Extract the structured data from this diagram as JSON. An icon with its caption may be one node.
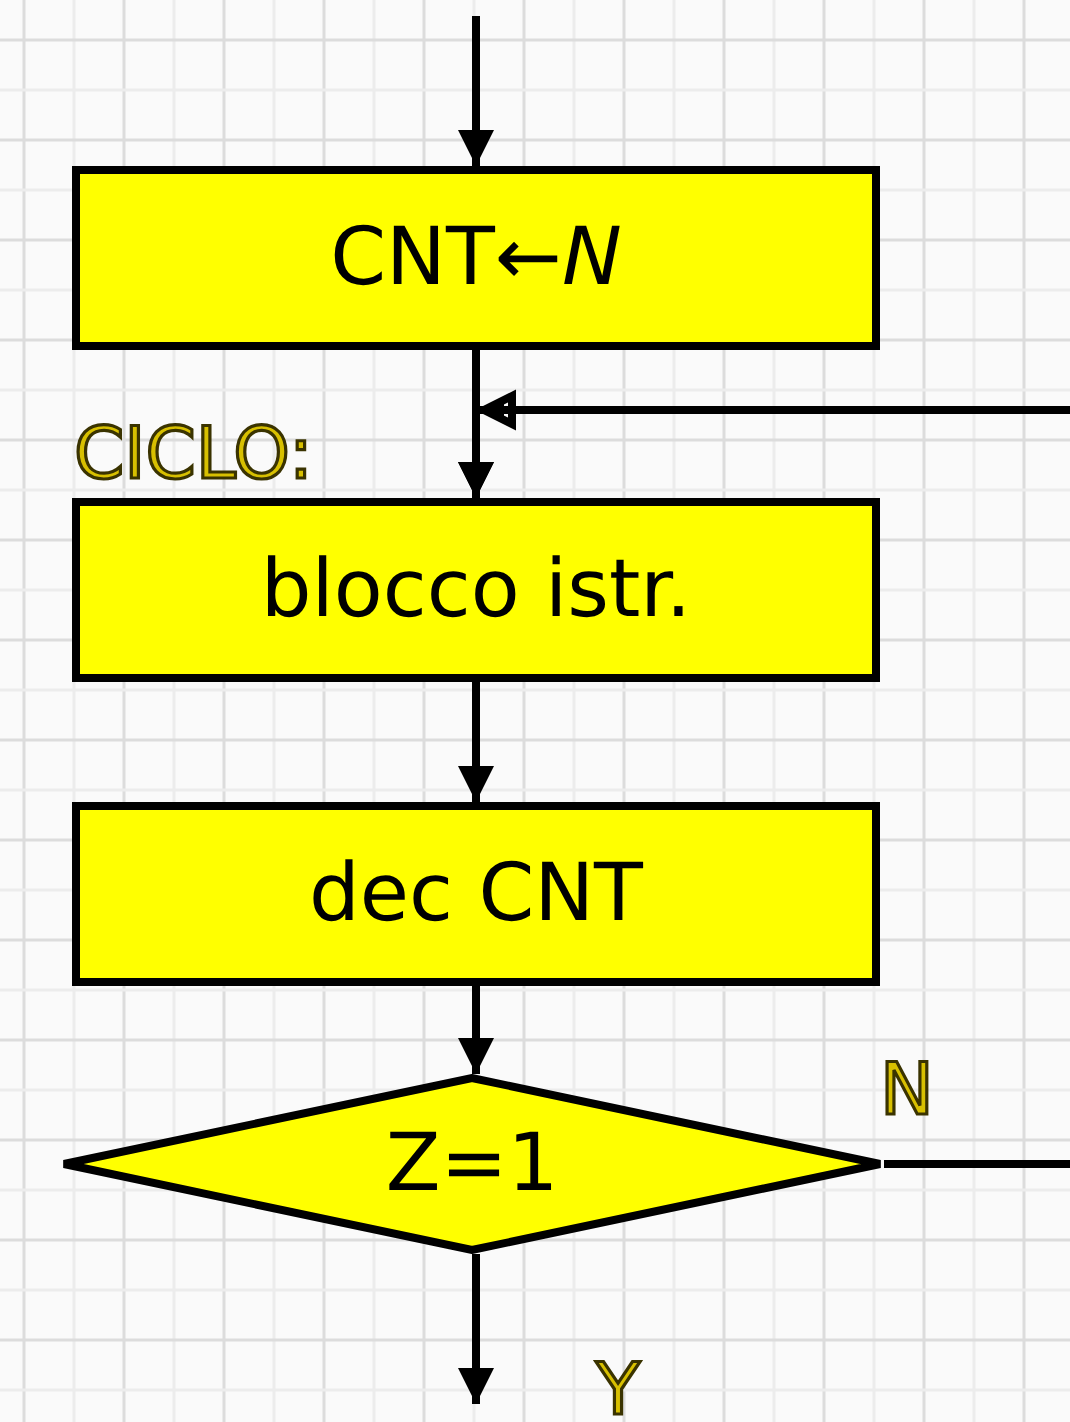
{
  "diagram": {
    "nodes": [
      {
        "text": [
          "CNT←*N*"
        ]
      },
      {
        "text": [
          "blocco istr."
        ]
      },
      {
        "text": [
          "dec CNT"
        ]
      },
      {
        "text": [
          "Z=1"
        ]
      }
    ],
    "edges": [
      {
        "from": null,
        "to": 0,
        "arrow": "to"
      },
      {
        "from": 0,
        "to": 1,
        "arrow": "to"
      },
      {
        "from": 1,
        "to": 2,
        "arrow": "to"
      },
      {
        "from": 2,
        "to": 3,
        "arrow": "to"
      },
      {
        "from": 3,
        "to": null,
        "arrow": "to",
        "label": "Y"
      },
      {
        "from": 3,
        "to": 1,
        "arrow": "to",
        "label": "N"
      }
    ],
    "labels": [
      "CICLO:"
    ]
  }
}
